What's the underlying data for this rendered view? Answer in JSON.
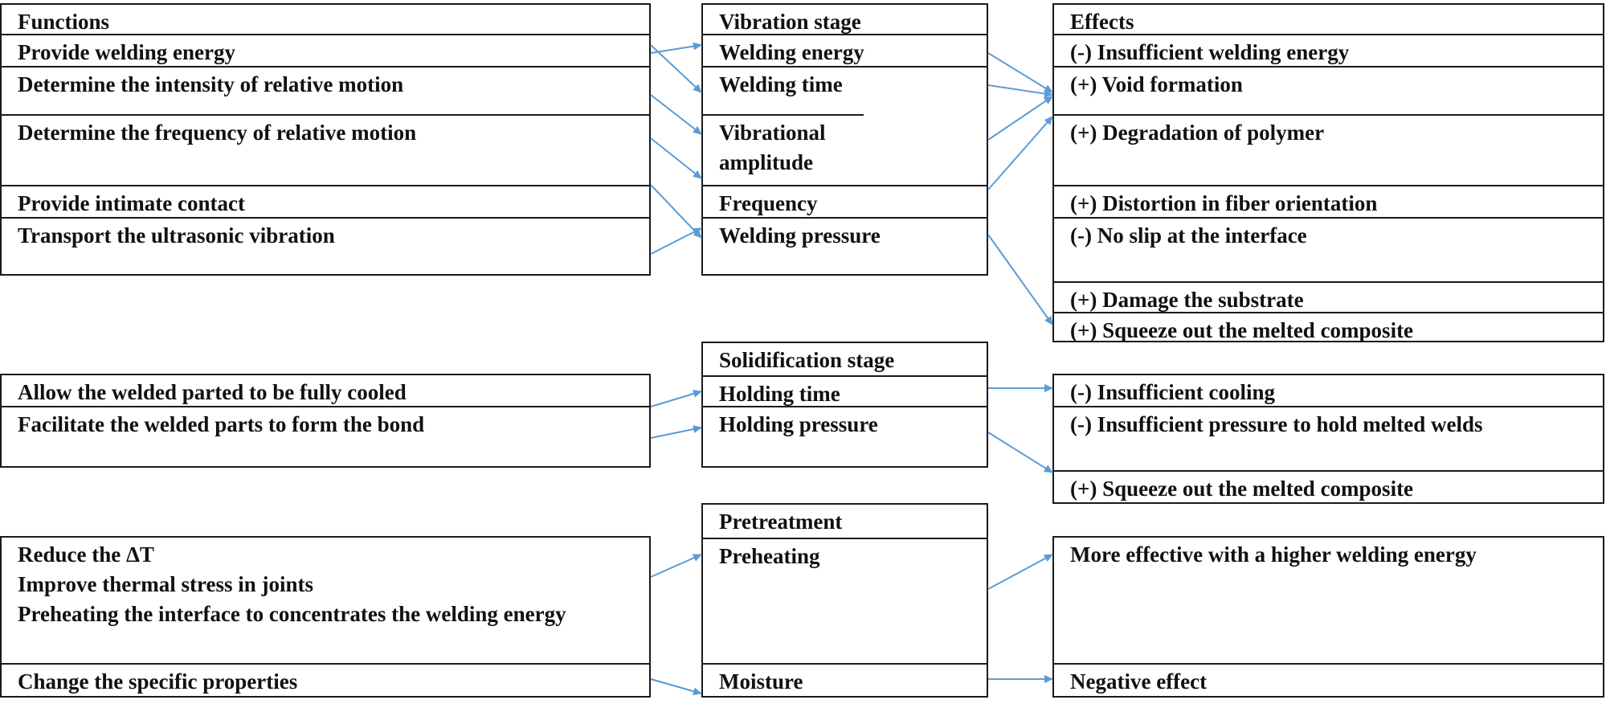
{
  "functions": {
    "header": "Functions",
    "vibration": [
      "Provide welding energy",
      "Determine the intensity of relative motion",
      "Determine the frequency of relative motion",
      "Provide intimate contact",
      "Transport the ultrasonic vibration"
    ],
    "solidification": [
      "Allow the welded parted to be fully cooled",
      "Facilitate the welded parts to form the bond"
    ],
    "pretreatment": [
      "Reduce the ΔT",
      "Improve thermal stress in joints",
      "Preheating the interface to concentrates the welding energy",
      "Change the specific properties"
    ]
  },
  "vibration_stage": {
    "header": "Vibration stage",
    "items": [
      "Welding energy",
      "Welding time",
      "Vibrational amplitude",
      "Frequency",
      "Welding pressure"
    ]
  },
  "solidification_stage": {
    "header": "Solidification stage",
    "items": [
      "Holding time",
      "Holding pressure"
    ]
  },
  "pretreatment_stage": {
    "header": "Pretreatment",
    "items": [
      "Preheating",
      "Moisture"
    ]
  },
  "effects": {
    "header": "Effects",
    "vibration": [
      "(-) Insufficient welding energy",
      "(+) Void formation",
      "(+) Degradation of polymer",
      "(+) Distortion in fiber orientation",
      "(-) No slip at the interface",
      "(+) Damage the substrate",
      "(+) Squeeze out the melted composite"
    ],
    "solidification": [
      "(-) Insufficient cooling",
      "(-) Insufficient pressure to hold melted welds",
      "(+) Squeeze out the melted composite"
    ],
    "pretreatment": [
      "More effective with a higher welding energy",
      "Negative effect"
    ]
  },
  "colors": {
    "arrow": "#5b9bd5",
    "border": "#1a1a1a",
    "text": "#111111"
  }
}
